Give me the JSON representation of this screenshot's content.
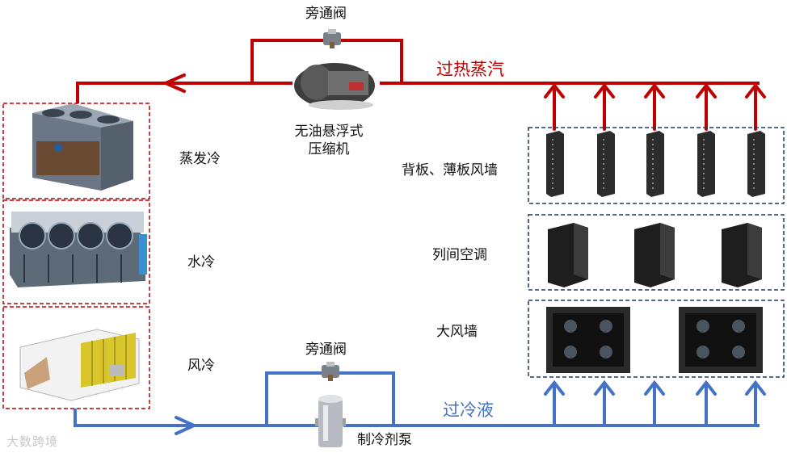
{
  "labels": {
    "bypass_valve_top": "旁通阀",
    "compressor_line1": "无油悬浮式",
    "compressor_line2": "压缩机",
    "superheated_steam": "过热蒸汽",
    "evaporative_cooling": "蒸发冷",
    "water_cooling": "水冷",
    "air_cooling": "风冷",
    "backplate_fan_wall": "背板、薄板风墙",
    "inrow_ac": "列间空调",
    "large_fan_wall": "大风墙",
    "bypass_valve_bottom": "旁通阀",
    "subcooled_liquid": "过冷液",
    "refrigerant_pump": "制冷剂泵"
  },
  "watermark": "大数跨境",
  "colors": {
    "hot_line": "#c00000",
    "cold_line": "#4472c4",
    "box_red_dash": "#c00000",
    "box_blue_dash": "#1f3864"
  }
}
